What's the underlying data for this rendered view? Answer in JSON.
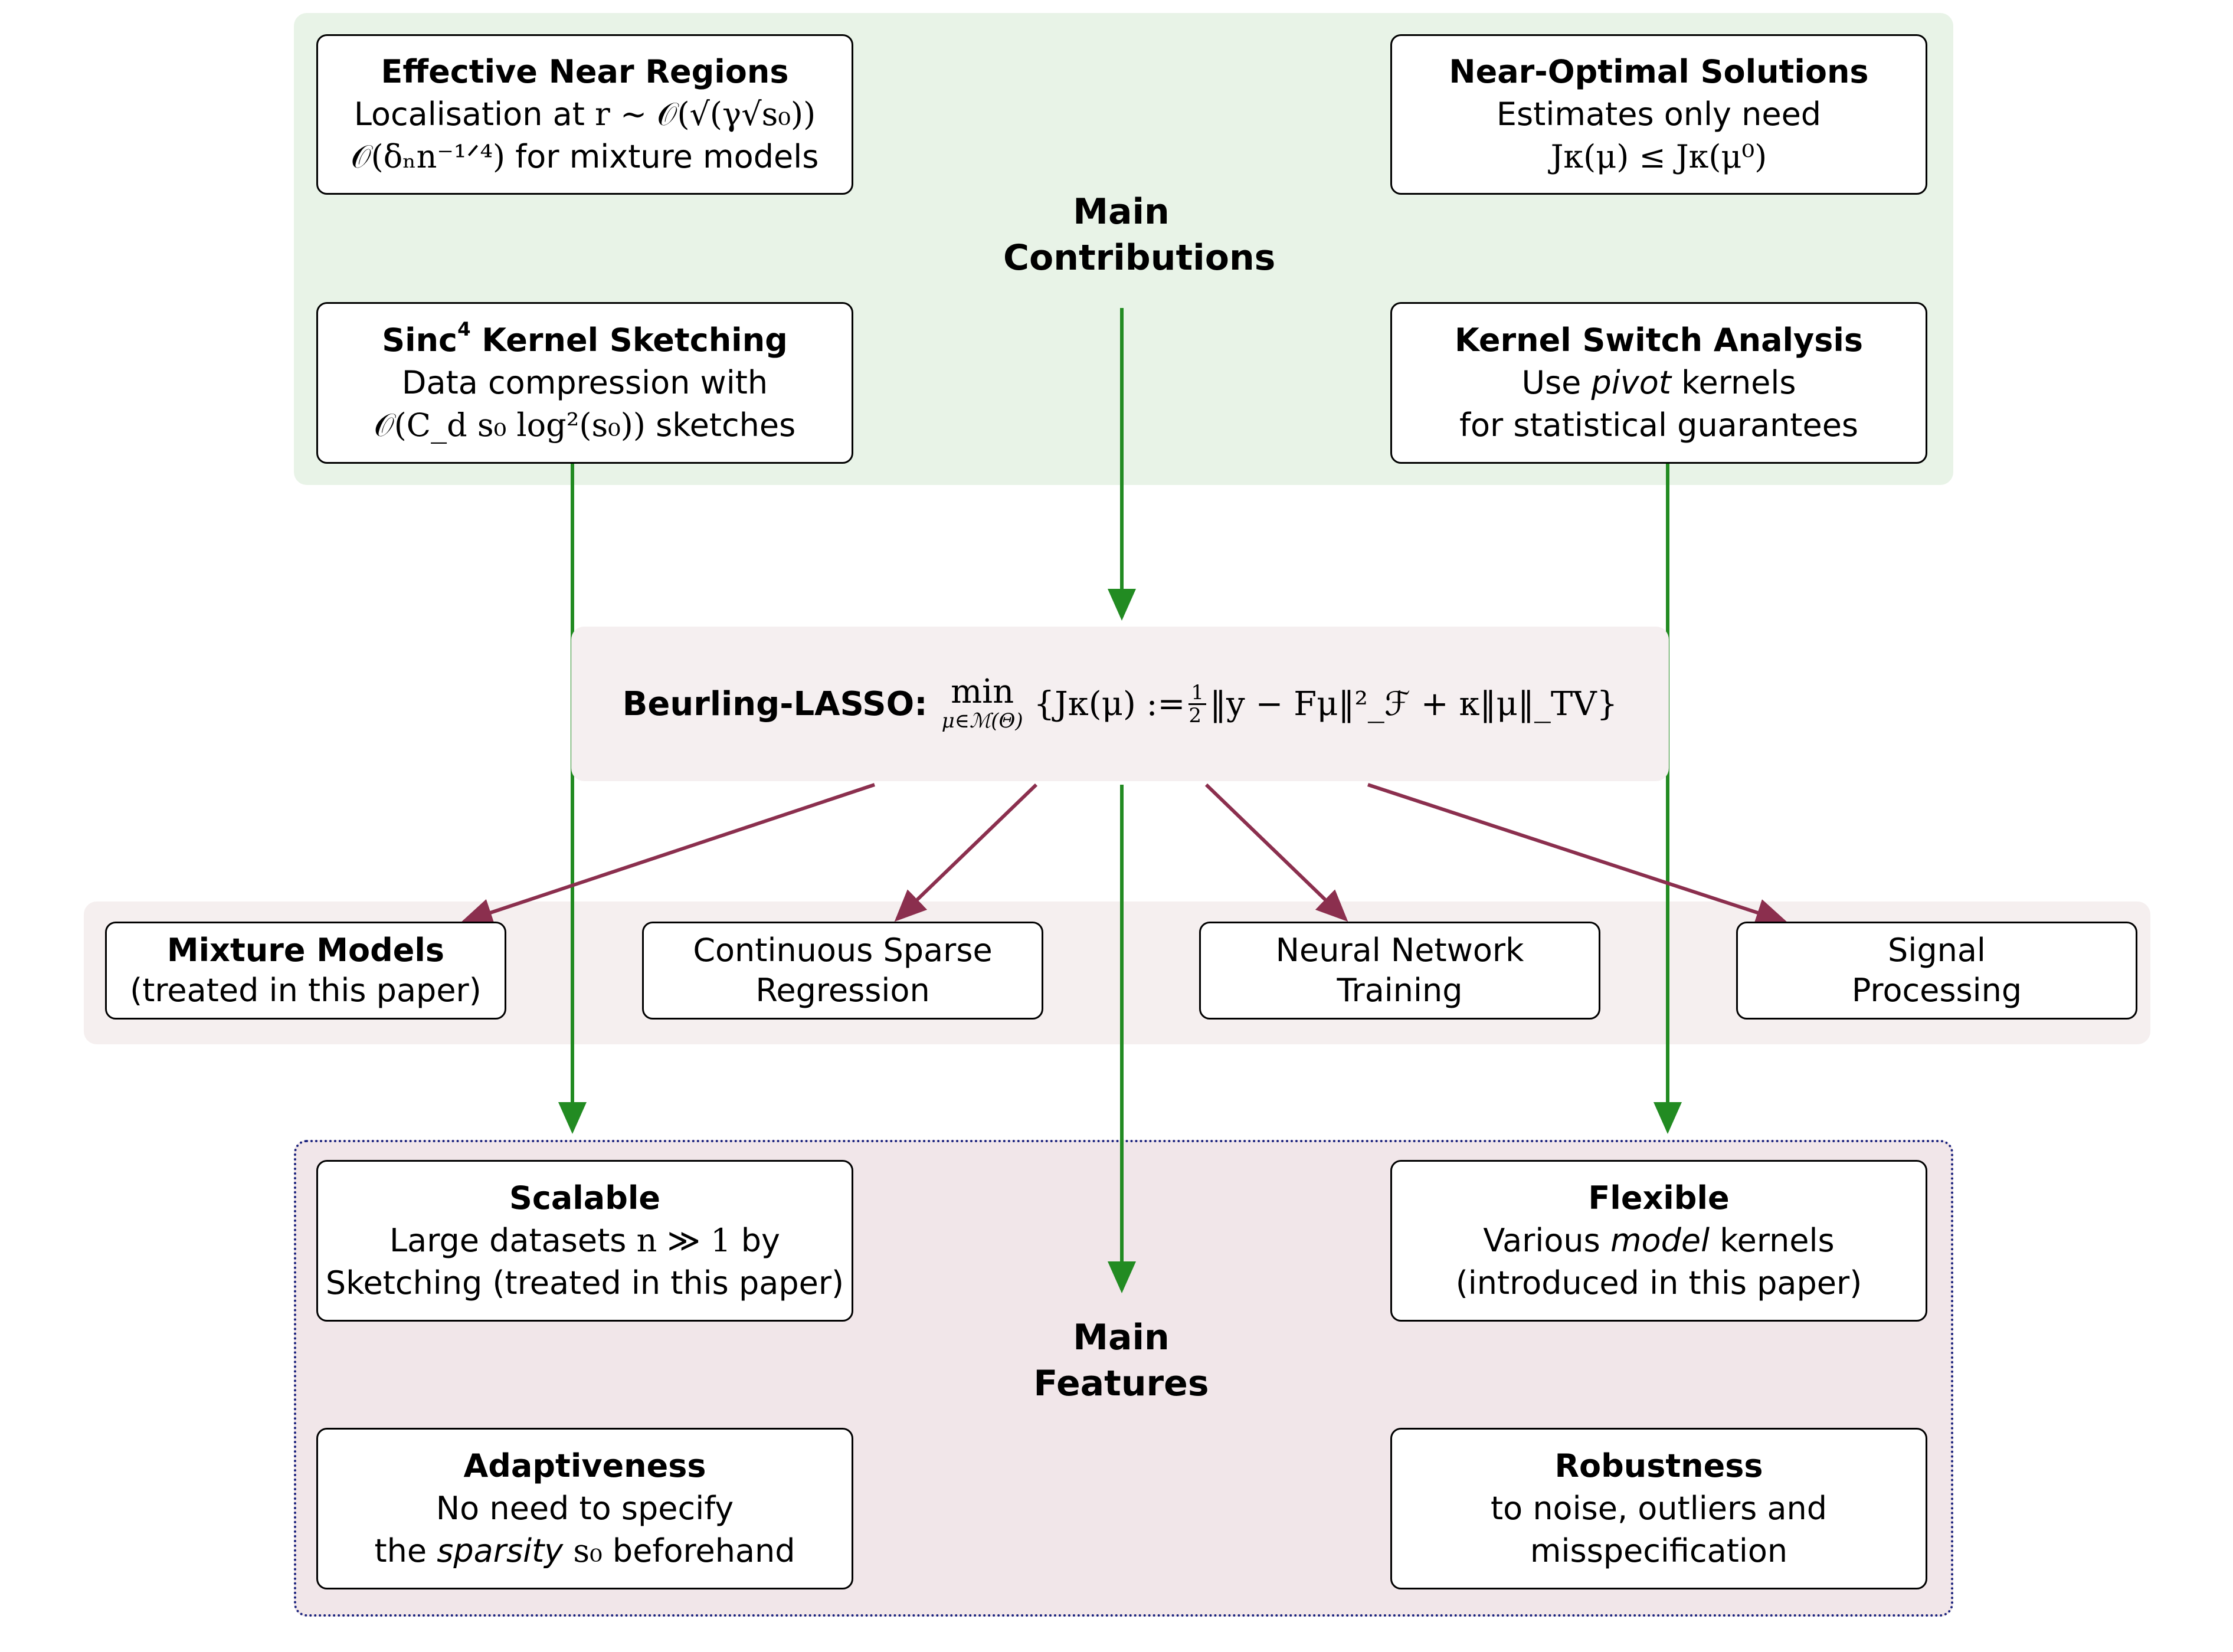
{
  "colors": {
    "contrib_bg": "#e8f3e7",
    "apps_bg": "#f5efef",
    "features_bg": "#f1e6e9",
    "green_arrow": "#228b22",
    "maroon_arrow": "#8b2f4e",
    "dotted_border": "#1a237e"
  },
  "contributions": {
    "label_line1": "Main",
    "label_line2": "Contributions",
    "near_regions": {
      "title": "Effective Near Regions",
      "line1_text": "Localisation at ",
      "line1_math": "r ∼ 𝒪(√(γ√s₀))",
      "line2_math": "𝒪(δₙn⁻¹ᐟ⁴)",
      "line2_text": " for mixture models"
    },
    "near_optimal": {
      "title": "Near-Optimal Solutions",
      "line1": "Estimates only need",
      "line2_math": "Jκ(μ) ≤ Jκ(μ⁰)"
    },
    "sinc": {
      "title_a": "Sinc",
      "title_sup": "4",
      "title_b": " Kernel Sketching",
      "line1": "Data compression with",
      "line2_math": "𝒪(C_d s₀ log²(s₀))",
      "line2_text": " sketches"
    },
    "kernel_switch": {
      "title": "Kernel Switch Analysis",
      "line1_a": "Use ",
      "line1_em": "pivot",
      "line1_b": " kernels",
      "line2": "for statistical guarantees"
    }
  },
  "center": {
    "label": "Beurling-LASSO:",
    "min_top": "min",
    "min_bottom": "μ∈ℳ(Θ)",
    "expr_a": "{Jκ(μ) := ",
    "frac_num": "1",
    "frac_den": "2",
    "expr_b": "‖y − Fμ‖²_ℱ + κ‖μ‖_TV}"
  },
  "applications": [
    {
      "line1": "Mixture Models",
      "line2": "(treated in this paper)",
      "bold_first": true
    },
    {
      "line1": "Continuous Sparse",
      "line2": "Regression",
      "bold_first": false
    },
    {
      "line1": "Neural Network",
      "line2": "Training",
      "bold_first": false
    },
    {
      "line1": "Signal",
      "line2": "Processing",
      "bold_first": false
    }
  ],
  "features": {
    "label_line1": "Main",
    "label_line2": "Features",
    "scalable": {
      "title": "Scalable",
      "line1_text": "Large datasets ",
      "line1_math": "n ≫ 1",
      "line1_tail": " by",
      "line2": "Sketching (treated in this paper)"
    },
    "flexible": {
      "title": "Flexible",
      "line1_a": "Various ",
      "line1_em": "model",
      "line1_b": " kernels",
      "line2": "(introduced in this paper)"
    },
    "adaptiveness": {
      "title": "Adaptiveness",
      "line1": "No need to specify",
      "line2_a": "the ",
      "line2_em": "sparsity",
      "line2_math": " s₀",
      "line2_b": " beforehand"
    },
    "robustness": {
      "title": "Robustness",
      "line1": "to noise, outliers and",
      "line2": "misspecification"
    }
  }
}
